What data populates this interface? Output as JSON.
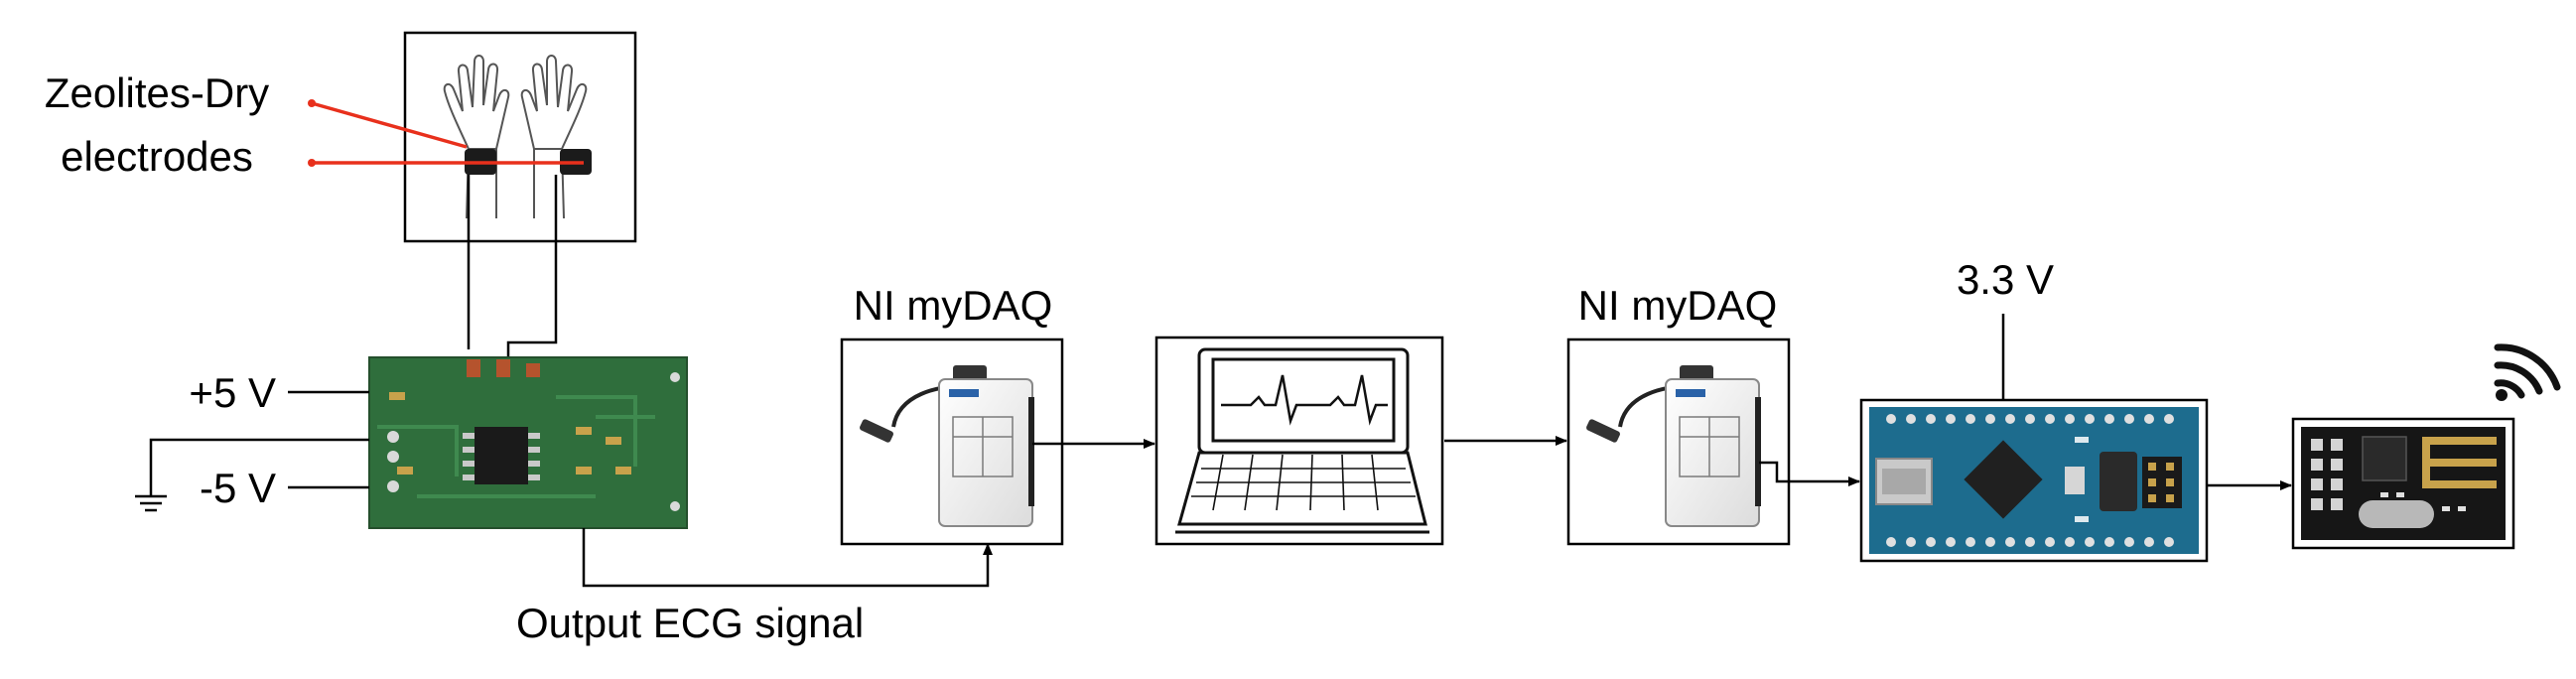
{
  "labels": {
    "electrodes_line1": "Zeolites-Dry",
    "electrodes_line2": "electrodes",
    "plus_voltage": "+5 V",
    "minus_voltage": "-5 V",
    "daq1_title": "NI myDAQ",
    "daq2_title": "NI myDAQ",
    "supply_voltage": "3.3 V",
    "output_signal": "Output ECG signal"
  },
  "icons": {
    "hands": "hands-with-wrist-electrodes-icon",
    "amplifier_board": "ecg-amplifier-pcb-icon",
    "daq": "ni-mydaq-device-icon",
    "laptop": "laptop-ecg-display-icon",
    "arduino": "arduino-nano-board-icon",
    "rf_module": "nrf24-wireless-module-icon",
    "wifi": "wireless-signal-icon",
    "ground": "ground-symbol-icon"
  },
  "colors": {
    "electrode_lead": "#e8301c",
    "pcb_green": "#2f6e3c",
    "arduino_blue": "#1d6c8e",
    "rf_black": "#161616",
    "line": "#000000"
  }
}
